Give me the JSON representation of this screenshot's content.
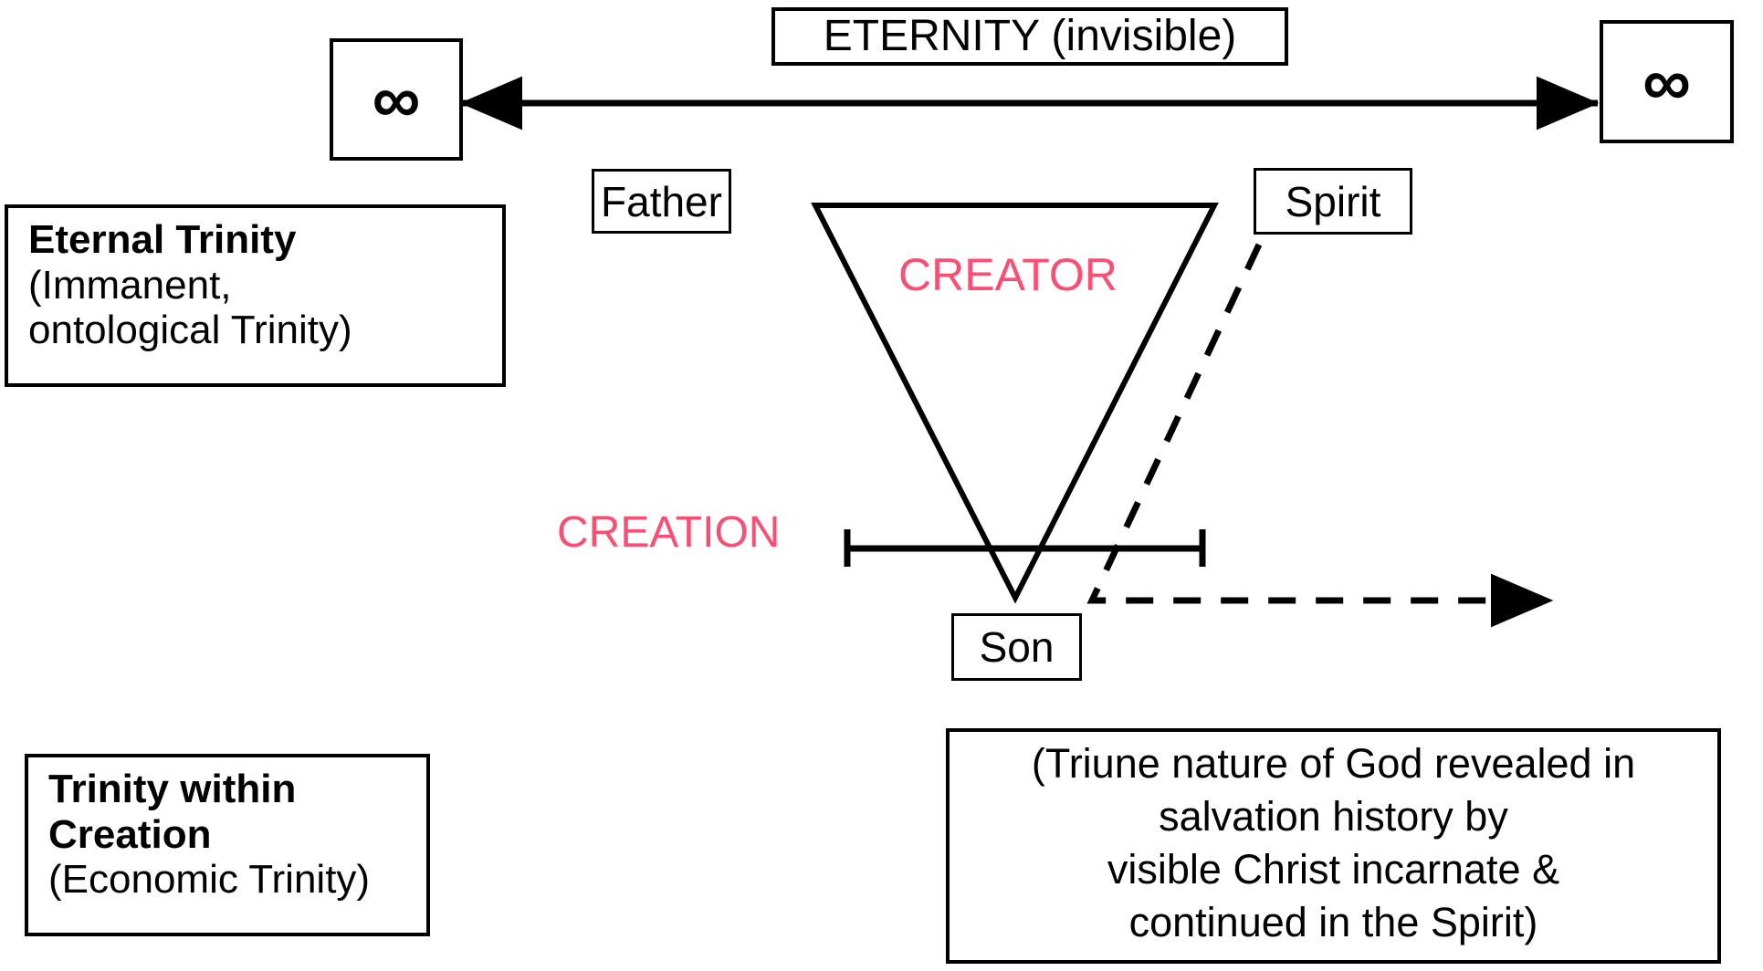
{
  "diagram": {
    "title_label": "ETERNITY (invisible)",
    "infinity_symbol": "∞",
    "eternity_arrow": "double-headed horizontal arrow spanning eternity",
    "nodes": {
      "father": "Father",
      "spirit": "Spirit",
      "son": "Son"
    },
    "regions": {
      "creator": "CREATOR",
      "creation": "CREATION"
    },
    "left_panels": [
      {
        "id": "eternal-trinity",
        "lines": [
          {
            "text": "Eternal Trinity",
            "bold": true
          },
          {
            "text": "(Immanent,",
            "bold": false
          },
          {
            "text": "ontological Trinity)",
            "bold": false
          }
        ]
      },
      {
        "id": "trinity-within-creation",
        "lines": [
          {
            "text": "Trinity within",
            "bold": true
          },
          {
            "text": "Creation",
            "bold": true
          },
          {
            "text": "(Economic Trinity)",
            "bold": false
          }
        ]
      }
    ],
    "triune_note": {
      "lines": [
        "(Triune nature of God revealed in",
        "salvation history by",
        "visible Christ incarnate &",
        "continued in the Spirit)"
      ]
    },
    "colors": {
      "ink": "#000000",
      "accent_pink": "#fa4e72",
      "background": "#ffffff"
    }
  }
}
